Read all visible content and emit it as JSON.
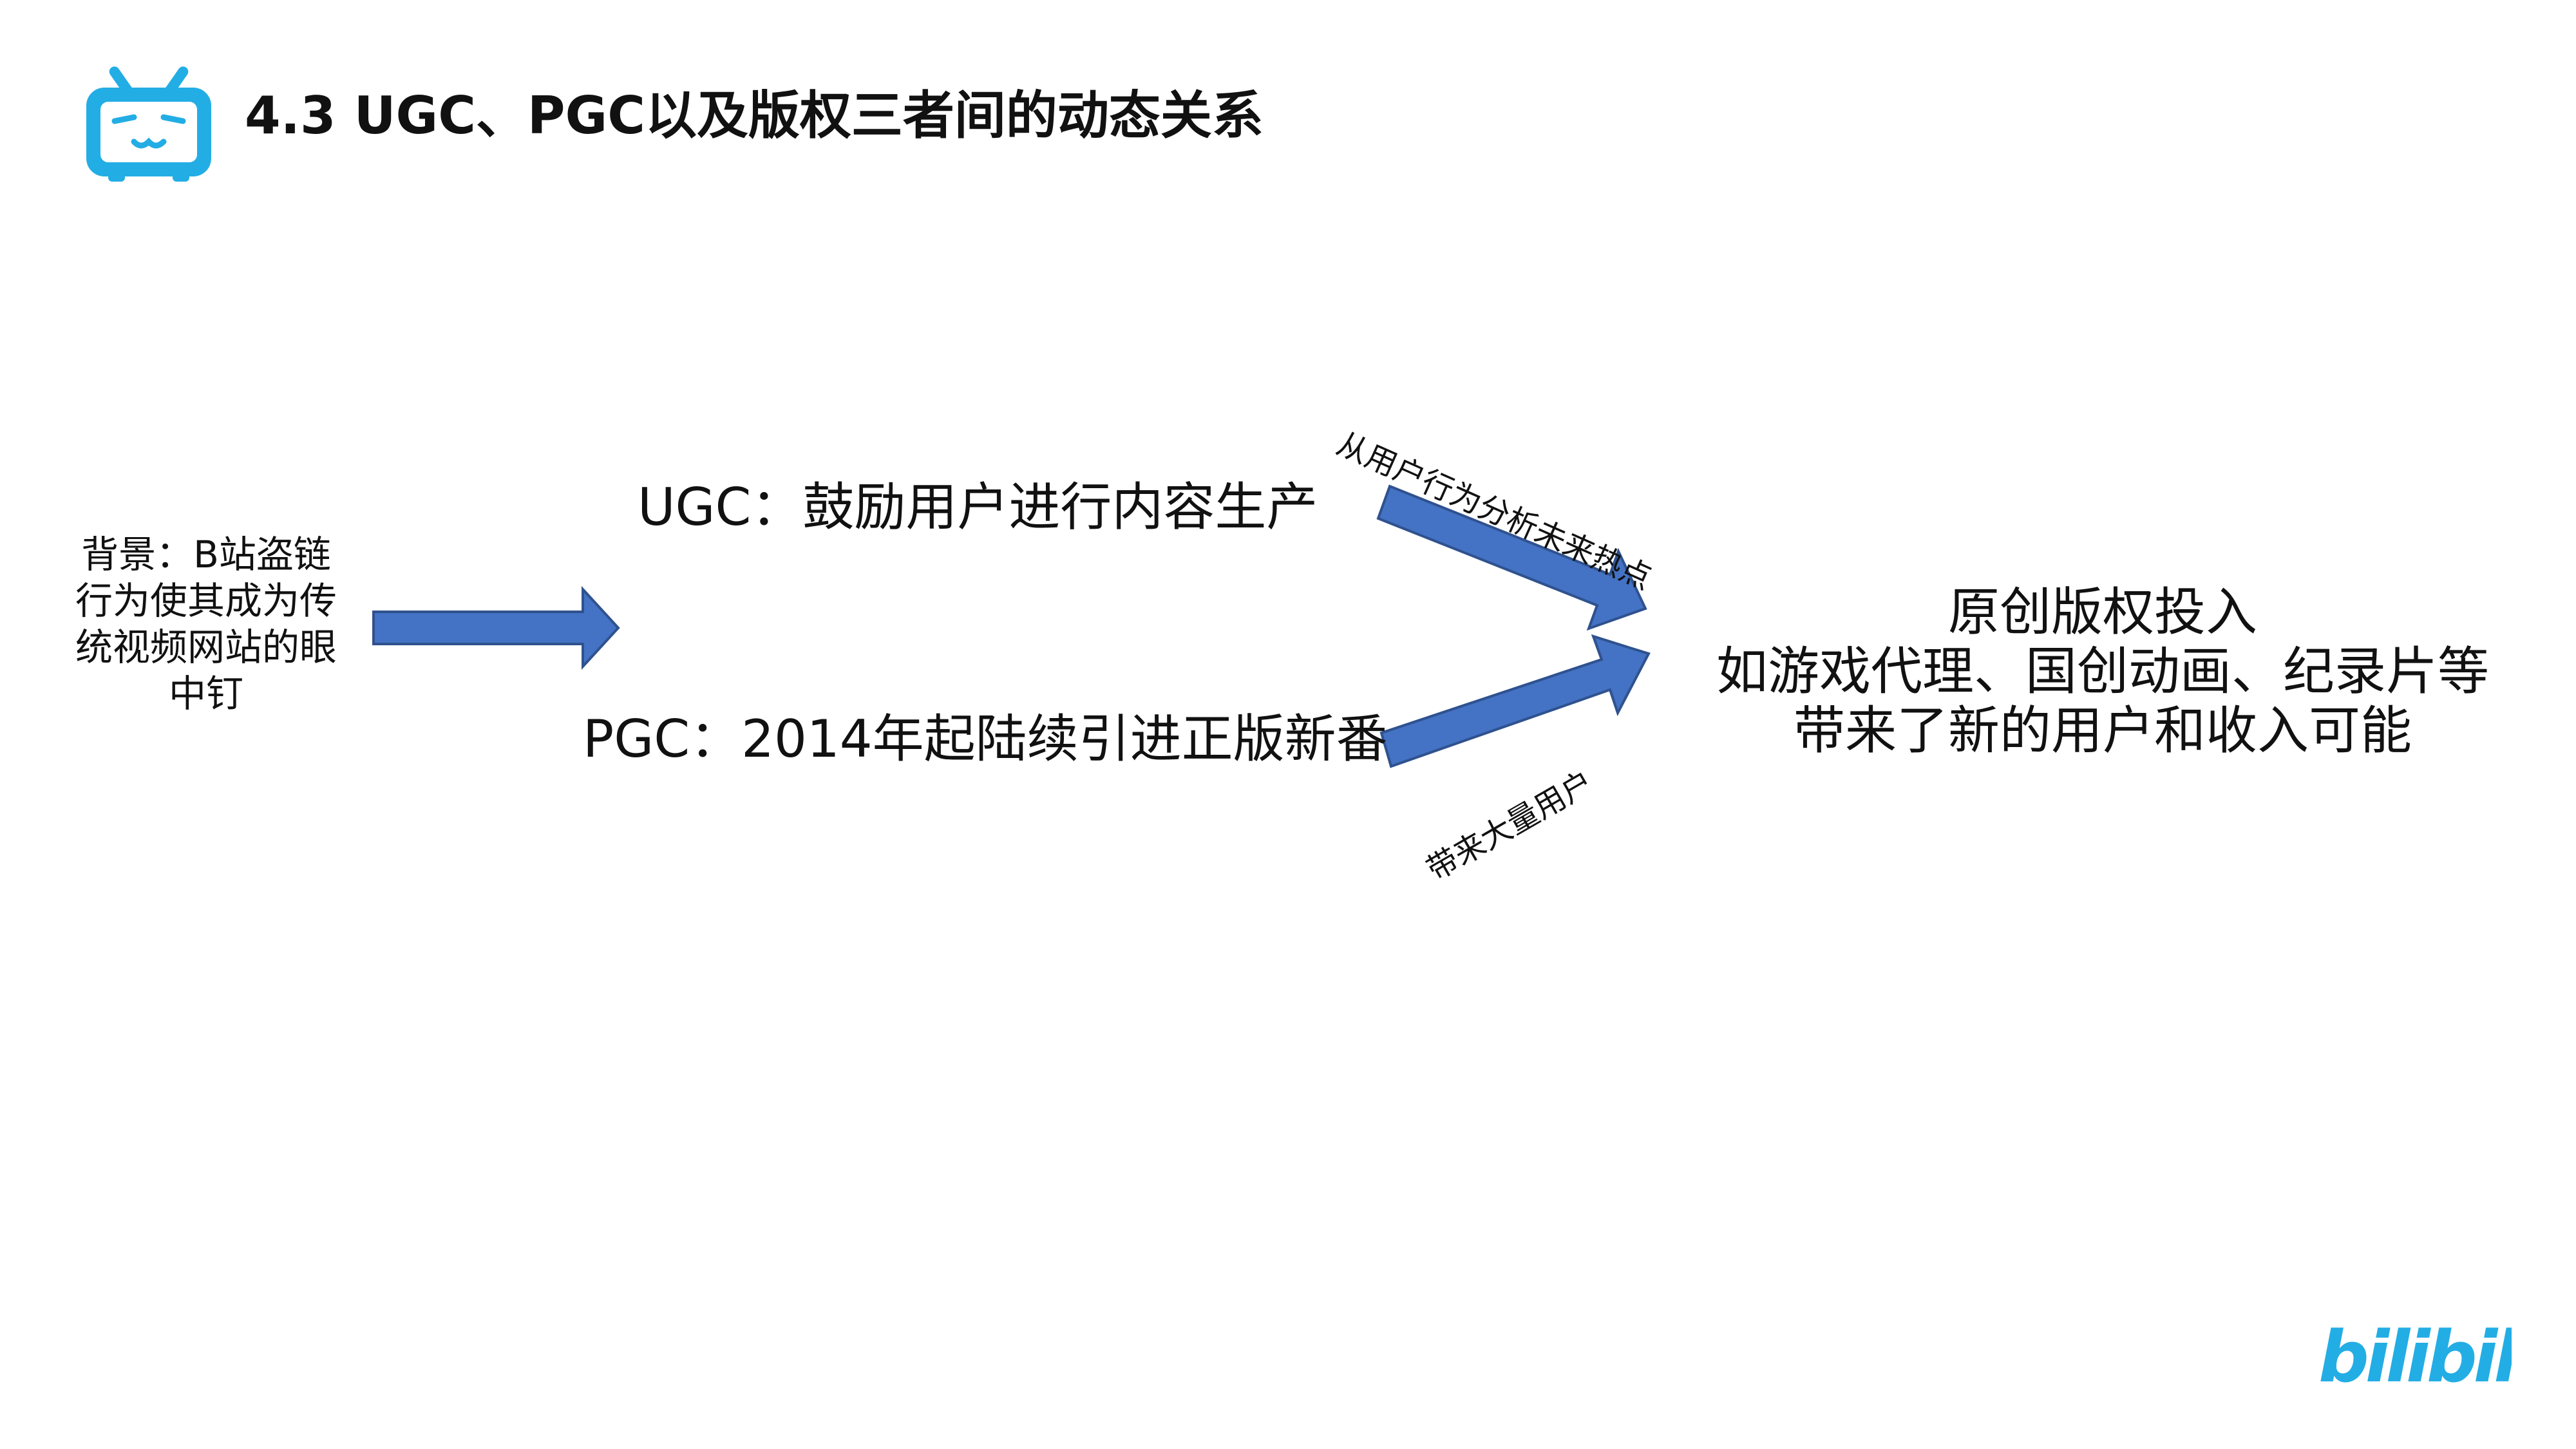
{
  "header": {
    "title": "4.3 UGC、PGC以及版权三者间的动态关系",
    "logo_icon": "bilibili-tv-icon",
    "accent_color": "#23ADE5"
  },
  "diagram": {
    "background": "背景：B站盗链行为使其成为传统视频网站的眼中钉",
    "ugc": "UGC：鼓励用户进行内容生产",
    "pgc": "PGC：2014年起陆续引进正版新番",
    "label_up": "从用户行为分析未来热点",
    "label_down": "带来大量用户",
    "result": "原创版权投入\n如游戏代理、国创动画、纪录片等\n带来了新的用户和收入可能",
    "arrow_color": "#4472C4",
    "arrow_border": "#2F528F"
  },
  "footer": {
    "brand": "bilibili",
    "brand_color": "#23ADE5"
  }
}
